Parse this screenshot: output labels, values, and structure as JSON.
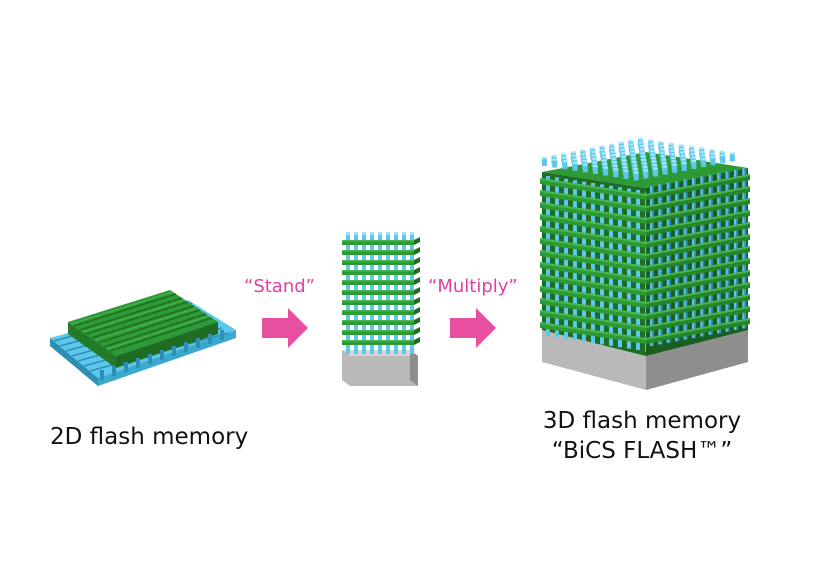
{
  "steps": {
    "stand": "“Stand”",
    "multiply": "“Multiply”"
  },
  "captions": {
    "flat_2d": "2D flash memory",
    "three_d_line1": "3D flash memory",
    "three_d_line2": "“BiCS FLASH™”"
  },
  "colors": {
    "green": "#2e9a35",
    "green_dark": "#1f6d24",
    "green_light": "#49b74f",
    "blue": "#5ec8ec",
    "blue_dark": "#2e8fb5",
    "gray": "#b9b9b9",
    "gray_dark": "#8e8e8e",
    "gray_light": "#d6d6d6",
    "arrow": "#e8509f",
    "step_text": "#e040a0"
  },
  "icons": {
    "arrow1": "right-arrow-icon",
    "arrow2": "right-arrow-icon"
  }
}
